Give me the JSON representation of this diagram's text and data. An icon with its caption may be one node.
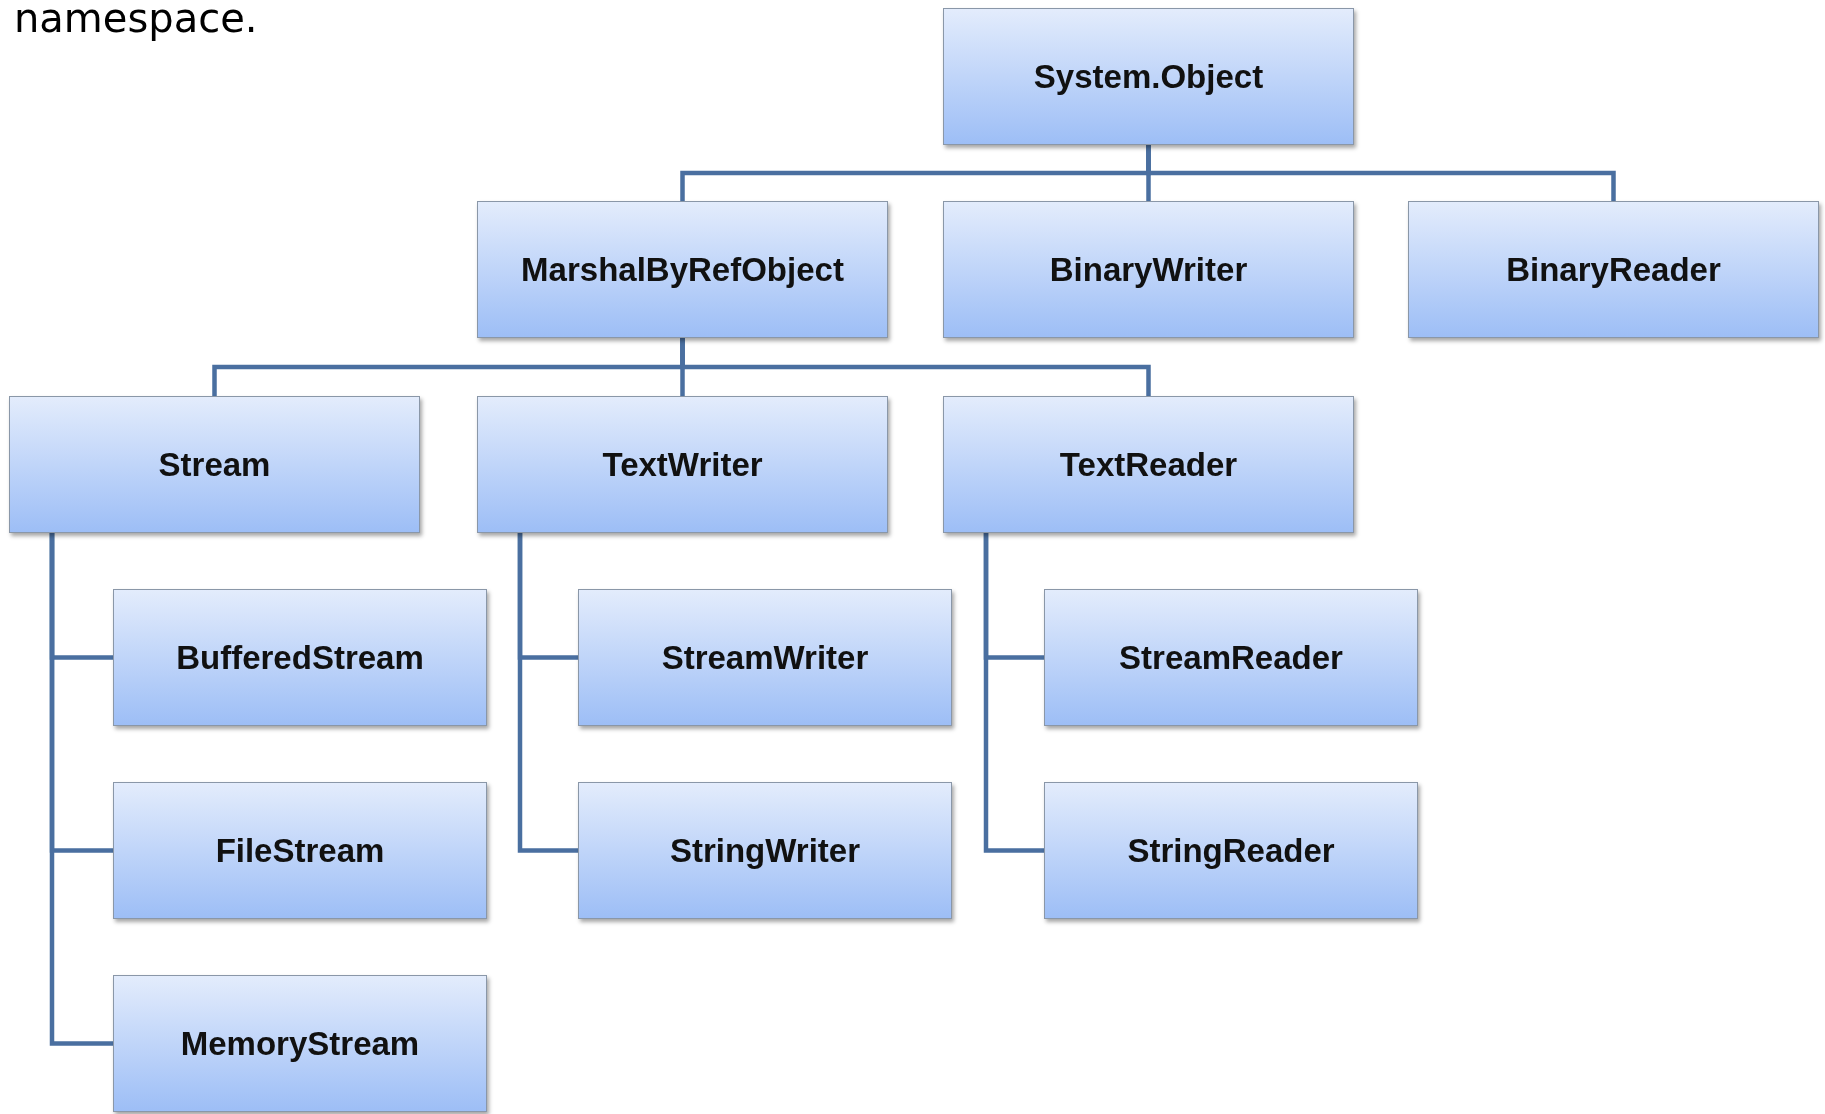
{
  "diagram": {
    "nodes": [
      {
        "text": [
          "System.Object"
        ]
      },
      {
        "text": [
          "MarshalByRefObject"
        ]
      },
      {
        "text": [
          "BinaryWriter"
        ]
      },
      {
        "text": [
          "BinaryReader"
        ]
      },
      {
        "text": [
          "Stream"
        ]
      },
      {
        "text": [
          "TextWriter"
        ]
      },
      {
        "text": [
          "TextReader"
        ]
      },
      {
        "text": [
          "BufferedStream"
        ]
      },
      {
        "text": [
          "FileStream"
        ]
      },
      {
        "text": [
          "MemoryStream"
        ]
      },
      {
        "text": [
          "StreamWriter"
        ]
      },
      {
        "text": [
          "StringWriter"
        ]
      },
      {
        "text": [
          "StreamReader"
        ]
      },
      {
        "text": [
          "StringReader"
        ]
      }
    ],
    "edges": [
      {
        "from": 0,
        "to": 1,
        "arrow": "none"
      },
      {
        "from": 0,
        "to": 2,
        "arrow": "none"
      },
      {
        "from": 0,
        "to": 3,
        "arrow": "none"
      },
      {
        "from": 1,
        "to": 4,
        "arrow": "none"
      },
      {
        "from": 1,
        "to": 5,
        "arrow": "none"
      },
      {
        "from": 1,
        "to": 6,
        "arrow": "none"
      },
      {
        "from": 4,
        "to": 7,
        "arrow": "none"
      },
      {
        "from": 4,
        "to": 8,
        "arrow": "none"
      },
      {
        "from": 4,
        "to": 9,
        "arrow": "none"
      },
      {
        "from": 5,
        "to": 10,
        "arrow": "none"
      },
      {
        "from": 5,
        "to": 11,
        "arrow": "none"
      },
      {
        "from": 6,
        "to": 12,
        "arrow": "none"
      },
      {
        "from": 6,
        "to": 13,
        "arrow": "none"
      }
    ],
    "labels": [
      "namespace."
    ]
  }
}
